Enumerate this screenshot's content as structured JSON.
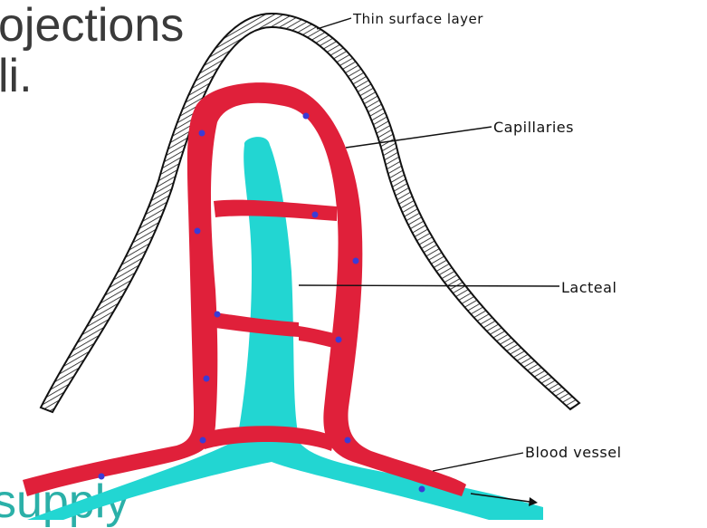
{
  "slide": {
    "line1": "ojections",
    "line2": "li.",
    "line3": "supply"
  },
  "diagram": {
    "labels": {
      "thin_surface": "Thin surface layer",
      "capillaries": "Capillaries",
      "lacteal": "Lacteal",
      "blood_vessel": "Blood vessel"
    },
    "colors": {
      "capillary": "#e0203a",
      "lacteal": "#22d6d2",
      "surface": "#111111",
      "cell_dot": "#3b3bd6"
    }
  }
}
